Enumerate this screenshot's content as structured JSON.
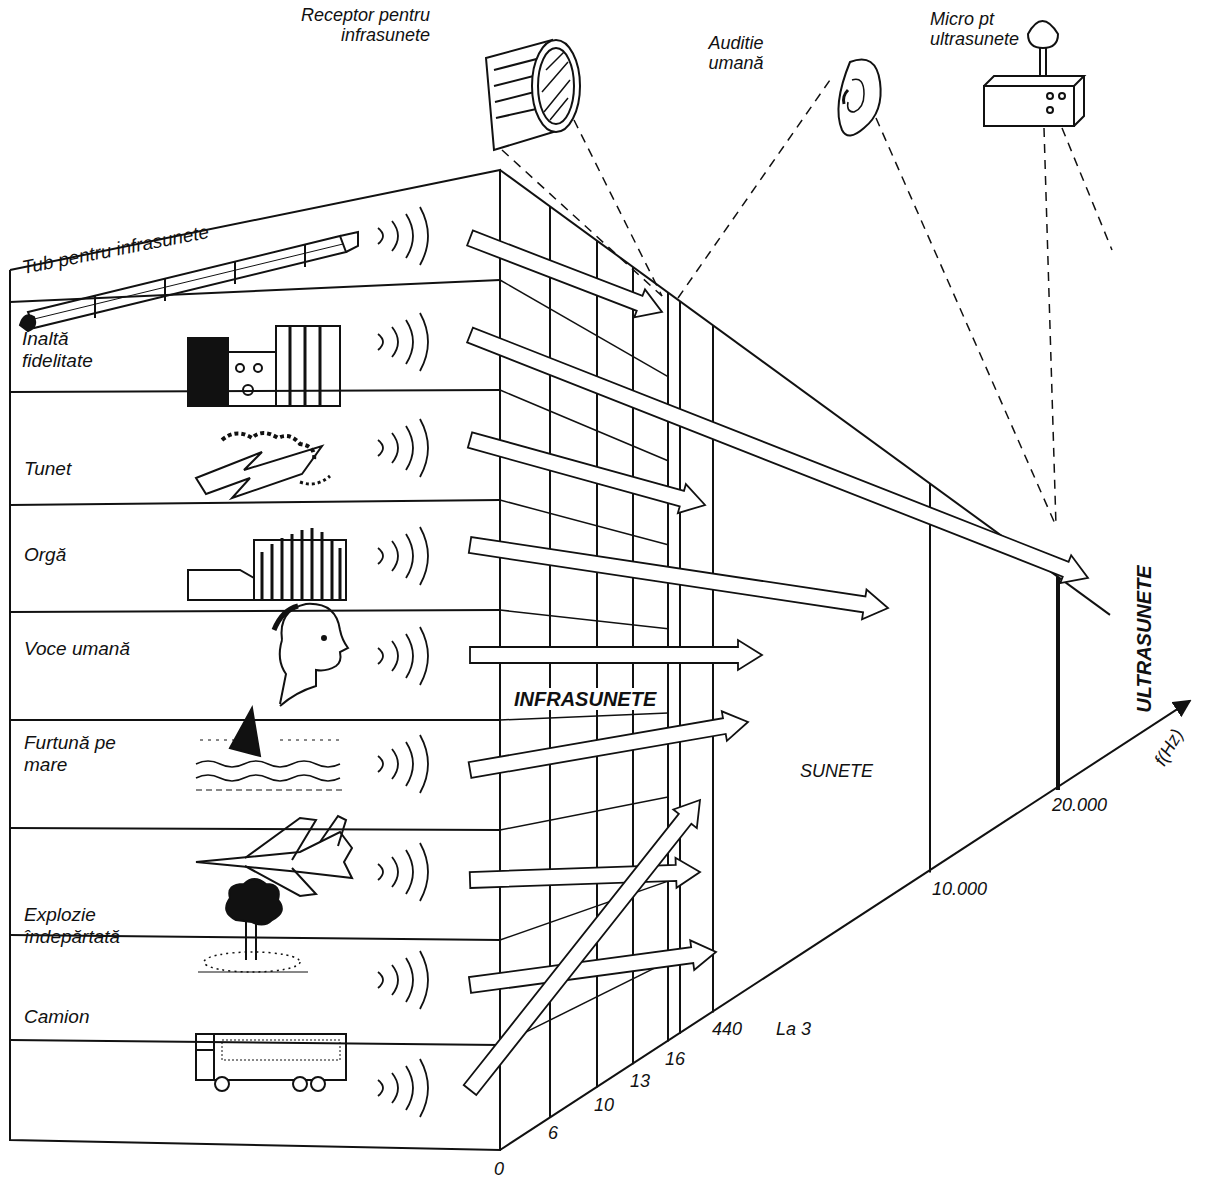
{
  "diagram": {
    "nodes": [
      {
        "text": [
          "Tub pentru infrasunete"
        ]
      },
      {
        "text": [
          "Inaltă fidelitate"
        ]
      },
      {
        "text": [
          "Tunet"
        ]
      },
      {
        "text": [
          "Orgă"
        ]
      },
      {
        "text": [
          "Voce umană"
        ]
      },
      {
        "text": [
          "Furtună pe mare"
        ]
      },
      {
        "text": [
          "Explozie îndepărtată"
        ]
      },
      {
        "text": [
          "Camion"
        ]
      }
    ],
    "labels": [
      "Receptor pentru infrasunete",
      "Auditie umană",
      "Micro pt ultrasunete",
      "INFRASUNETE",
      "SUNETE",
      "ULTRASUNETE",
      "f(Hz)",
      "0",
      "6",
      "10",
      "13",
      "16",
      "440",
      "La 3",
      "10.000",
      "20.000"
    ]
  }
}
